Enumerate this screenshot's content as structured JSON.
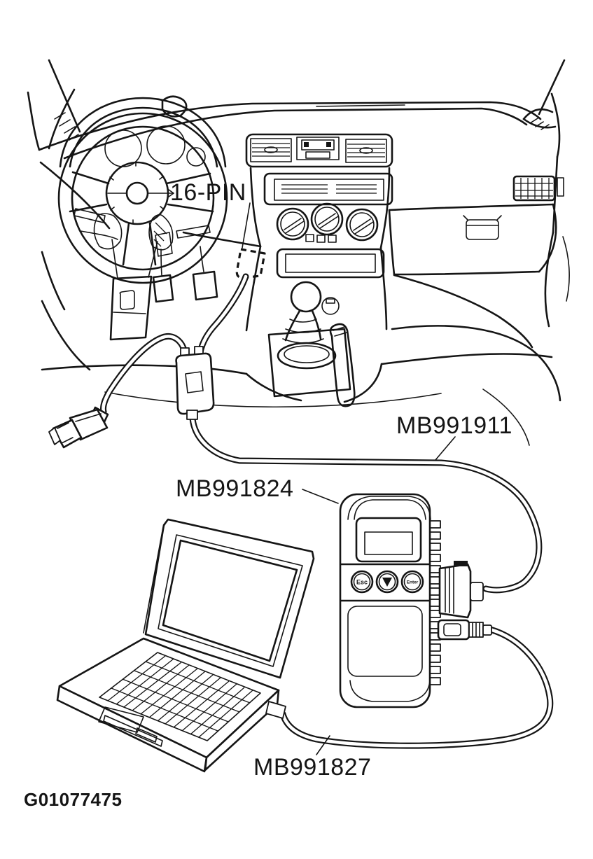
{
  "figure": {
    "drawing_code": "G01077475",
    "callouts": {
      "dlc_connector": "16-PIN",
      "main_harness_cable": "MB991911",
      "vci_unit": "MB991824",
      "usb_cable": "MB991827"
    },
    "vci_buttons": {
      "esc": "Esc",
      "enter": "Enter",
      "down_icon": "▼"
    }
  },
  "style": {
    "line_color": "#151515",
    "background": "#ffffff"
  }
}
